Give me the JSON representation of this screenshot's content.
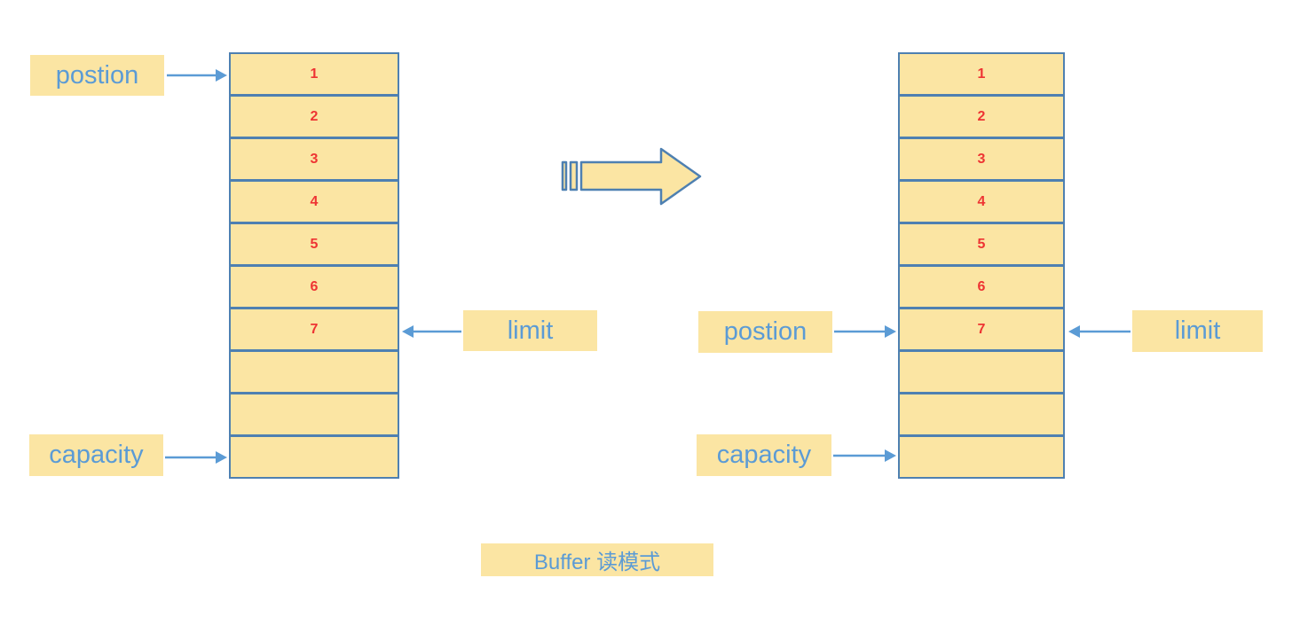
{
  "caption": "Buffer 读模式",
  "colors": {
    "cell_fill": "#fbe5a3",
    "outline_blue": "#4e80b1",
    "label_text_blue": "#5b9bd5",
    "number_red": "#ee3433",
    "arrow_blue": "#5b9bd5"
  },
  "transition_arrow": "striped-right-arrow",
  "buffers": [
    {
      "side": "left",
      "cells": [
        "1",
        "2",
        "3",
        "4",
        "5",
        "6",
        "7",
        "",
        "",
        ""
      ],
      "labels": {
        "position": "postion",
        "limit": "limit",
        "capacity": "capacity"
      },
      "pointers": {
        "position_points_to_cell": 1,
        "limit_points_to_cell": 7,
        "capacity_points_to_cell": 10
      }
    },
    {
      "side": "right",
      "cells": [
        "1",
        "2",
        "3",
        "4",
        "5",
        "6",
        "7",
        "",
        "",
        ""
      ],
      "labels": {
        "position": "postion",
        "limit": "limit",
        "capacity": "capacity"
      },
      "pointers": {
        "position_points_to_cell": 7,
        "limit_points_to_cell": 7,
        "capacity_points_to_cell": 10
      }
    }
  ]
}
